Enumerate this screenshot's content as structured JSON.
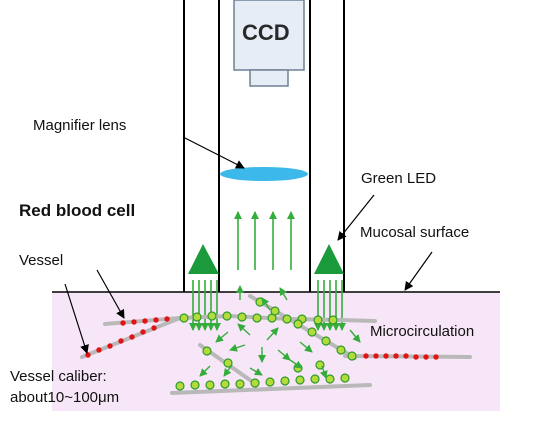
{
  "labels": {
    "ccd": "CCD",
    "magnifier": "Magnifier lens",
    "green_led": "Green LED",
    "rbc": "Red blood cell",
    "mucosal": "Mucosal surface",
    "vessel": "Vessel",
    "microcirc": "Microcirculation",
    "caliber_line1": "Vessel caliber:",
    "caliber_line2": "about10~100μm"
  },
  "colors": {
    "tissue": "#f7e6f7",
    "lens": "#3cb8ea",
    "led": "#1b9a3c",
    "arrow": "#34ad3c",
    "rbc": "#e01414",
    "cell_fill": "#b3db3a",
    "cell_stroke": "#2e9a2e",
    "vessel": "#b9b9b9",
    "ccd_fill": "#e6edf7",
    "ccd_stroke": "#6f8196"
  }
}
